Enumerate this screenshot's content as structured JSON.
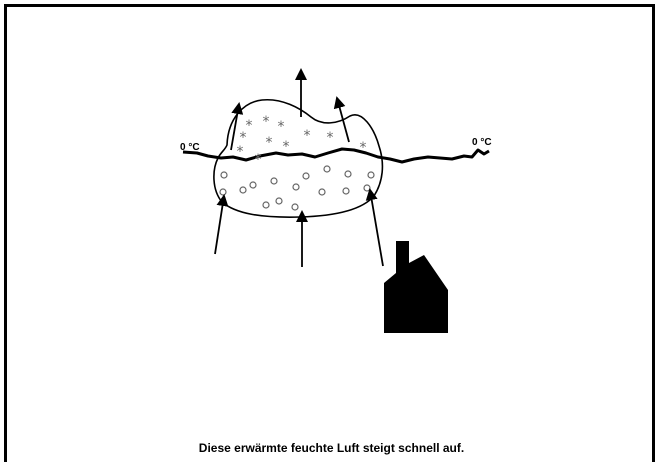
{
  "labels": {
    "temp_left": "0 °C",
    "temp_right": "0 °C"
  },
  "caption": "Diese erwärmte feuchte Luft steigt schnell auf.",
  "icons": {
    "snowflake": "snowflake-icon",
    "droplet": "droplet-icon",
    "house": "house-icon",
    "arrow": "arrow-icon"
  },
  "colors": {
    "ink": "#000000",
    "symbol": "#666666",
    "background": "#ffffff"
  }
}
